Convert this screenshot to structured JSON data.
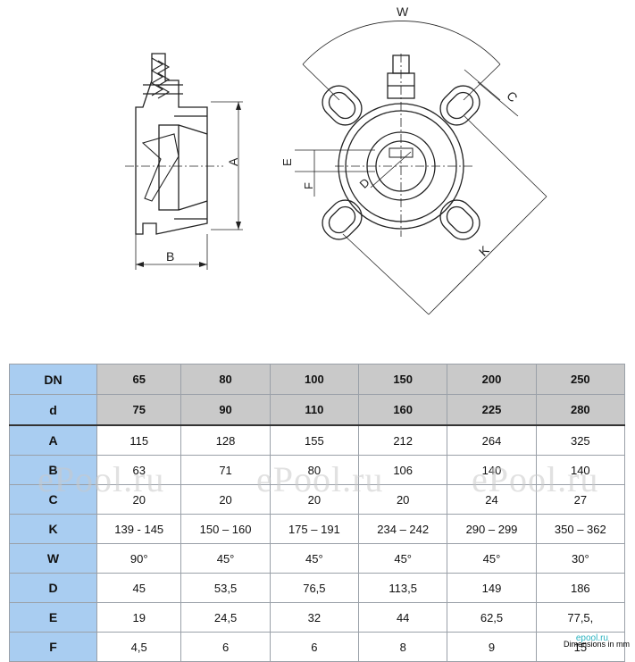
{
  "drawing": {
    "side_labels": {
      "A": "A",
      "B": "B"
    },
    "front_labels": {
      "W": "W",
      "C": "C",
      "E": "E",
      "F": "F",
      "D": "D",
      "K": "K"
    }
  },
  "table": {
    "header_rows": [
      {
        "label": "DN",
        "values": [
          "65",
          "80",
          "100",
          "150",
          "200",
          "250"
        ]
      },
      {
        "label": "d",
        "values": [
          "75",
          "90",
          "110",
          "160",
          "225",
          "280"
        ]
      }
    ],
    "body_rows": [
      {
        "label": "A",
        "values": [
          "115",
          "128",
          "155",
          "212",
          "264",
          "325"
        ]
      },
      {
        "label": "B",
        "values": [
          "63",
          "71",
          "80",
          "106",
          "140",
          "140"
        ]
      },
      {
        "label": "C",
        "values": [
          "20",
          "20",
          "20",
          "20",
          "24",
          "27"
        ]
      },
      {
        "label": "K",
        "values": [
          "139 - 145",
          "150 – 160",
          "175 – 191",
          "234 – 242",
          "290 – 299",
          "350 – 362"
        ]
      },
      {
        "label": "W",
        "values": [
          "90°",
          "45°",
          "45°",
          "45°",
          "45°",
          "30°"
        ]
      },
      {
        "label": "D",
        "values": [
          "45",
          "53,5",
          "76,5",
          "113,5",
          "149",
          "186"
        ]
      },
      {
        "label": "E",
        "values": [
          "19",
          "24,5",
          "32",
          "44",
          "62,5",
          "77,5,"
        ]
      },
      {
        "label": "F",
        "values": [
          "4,5",
          "6",
          "6",
          "8",
          "9",
          "15"
        ]
      }
    ]
  },
  "watermarks": [
    "ePool.ru",
    "ePool.ru",
    "ePool.ru"
  ],
  "footer": {
    "note": "Dimensions in mm",
    "logo": "epool.ru"
  }
}
